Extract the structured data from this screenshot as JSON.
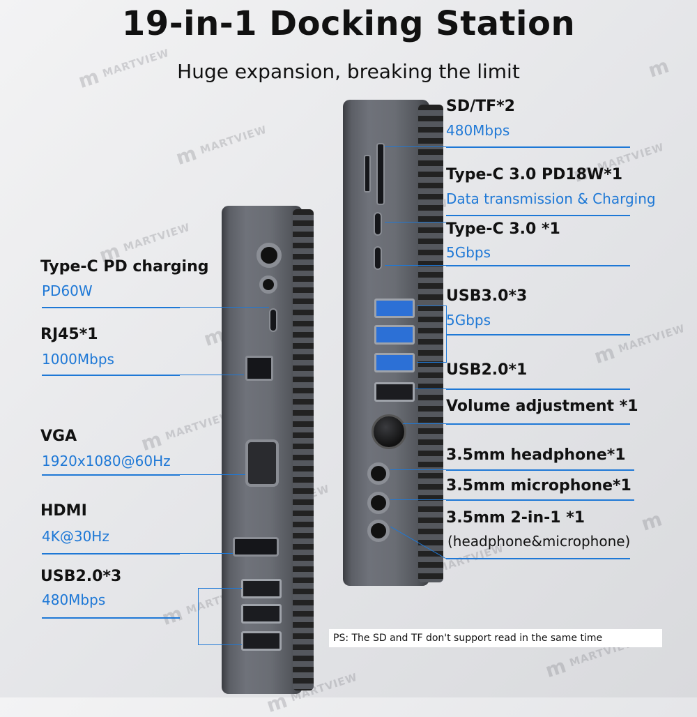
{
  "header": {
    "title": "19-in-1 Docking Station",
    "subtitle": "Huge expansion, breaking the limit"
  },
  "watermark": "MARTVIEW",
  "left_labels": [
    {
      "name": "Type-C PD charging",
      "spec": "PD60W"
    },
    {
      "name": "RJ45*1",
      "spec": "1000Mbps"
    },
    {
      "name": "VGA",
      "spec": "1920x1080@60Hz"
    },
    {
      "name": "HDMI",
      "spec": "4K@30Hz"
    },
    {
      "name": "USB2.0*3",
      "spec": "480Mbps"
    }
  ],
  "right_labels": [
    {
      "name": "SD/TF*2",
      "spec": "480Mbps"
    },
    {
      "name": "Type-C 3.0 PD18W*1",
      "spec": "Data transmission & Charging"
    },
    {
      "name": "Type-C 3.0 *1",
      "spec": "5Gbps"
    },
    {
      "name": "USB3.0*3",
      "spec": "5Gbps"
    },
    {
      "name": "USB2.0*1",
      "spec": ""
    },
    {
      "name": "Volume adjustment *1",
      "spec": ""
    },
    {
      "name": "3.5mm headphone*1",
      "spec": ""
    },
    {
      "name": "3.5mm microphone*1",
      "spec": ""
    },
    {
      "name": "3.5mm 2-in-1 *1",
      "spec": "(headphone&microphone)"
    }
  ],
  "note": "PS: The SD and TF don't support read in the same time",
  "colors": {
    "accent": "#1e78d6",
    "text": "#111111",
    "usb3": "#2c70d6"
  }
}
